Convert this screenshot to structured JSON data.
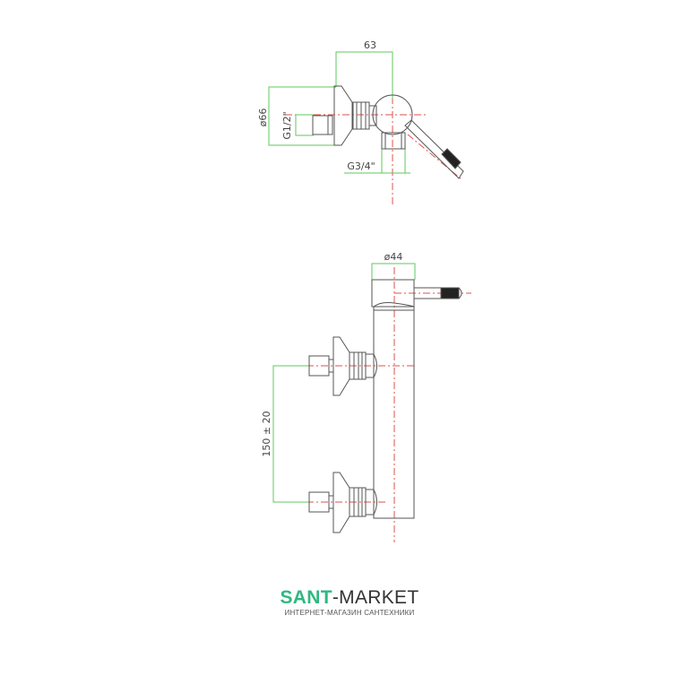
{
  "dimensions": {
    "width_top": "63",
    "flange_diameter": "ø66",
    "inlet_thread": "G1/2\"",
    "outlet_thread": "G3/4\"",
    "body_diameter": "ø44",
    "inlet_spacing": "150 ± 20"
  },
  "logo": {
    "brand_part1": "SANT",
    "brand_part2": "-MARKET",
    "tagline": "ИНТЕРНЕТ-МАГАЗИН САНТЕХНИКИ"
  },
  "colors": {
    "dimension": "#5cc85c",
    "centerline": "#e0504a",
    "outline": "#555555",
    "brand": "#2fb87f"
  }
}
